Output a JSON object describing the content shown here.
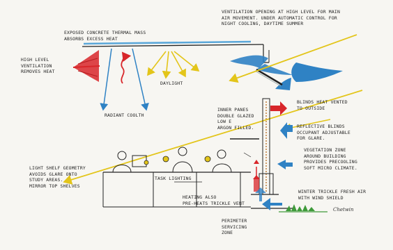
{
  "labels": {
    "ventilation_opening": "VENTILATION OPENING AT HIGH LEVEL FOR MAIN\nAIR MOVEMENT. UNDER AUTOMATIC CONTROL FOR\nNIGHT COOLING, DAYTIME SUMMER",
    "thermal_mass": "EXPOSED CONCRETE THERMAL MASS\nABSORBS EXCESS HEAT",
    "high_level_vent": "HIGH LEVEL\nVENTILATION\nREMOVES HEAT",
    "daylight": "DAYLIGHT",
    "radiant_coolth": "RADIANT COOLTH",
    "blinds_vented": "BLINDS HEAT VENTED\nTO OUTSIDE",
    "inner_panes": "INNER PANES\nDOUBLE GLAZED\nLOW E\nARGON FILLED.",
    "reflective_blinds": "REFLECTIVE BLINDS\nOCCUPANT ADJUSTABLE\nFOR GLARE.",
    "vegetation_zone": "VEGETATION ZONE\nAROUND BUILDING\nPROVIDES PRECOOLING\nSOFT MICRO CLIMATE.",
    "light_shelf": "LIGHT SHELF GEOMETRY\nAVOIDS GLARE ONTO\nSTUDY AREAS.\nMIRROR TOP SHELVES",
    "task_lighting": "TASK LIGHTING",
    "heating_also": "HEATING ALSO\nPRE-HEATS TRICKLE VENT",
    "winter_trickle": "WINTER TRICKLE FRESH AIR\nWITH WIND SHIELD",
    "perimeter_zone": "PERIMETER\nSERVICING\nZONE",
    "signature": "Chetwin"
  },
  "colors": {
    "heat": "#d8262a",
    "cool": "#2f82c4",
    "daylight": "#e3c51a",
    "slab": "#5aa7d9",
    "ink": "#222222",
    "vegetation": "#3e9a3a"
  }
}
